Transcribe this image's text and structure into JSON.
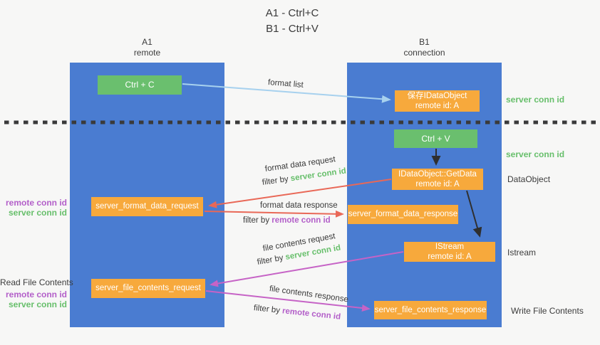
{
  "title": {
    "line1": "A1 - Ctrl+C",
    "line2": "B1 - Ctrl+V"
  },
  "lanes": {
    "a1": {
      "name": "A1",
      "sub": "remote"
    },
    "b1": {
      "name": "B1",
      "sub": "connection"
    }
  },
  "nodes": {
    "ctrl_c": {
      "label": "Ctrl + C"
    },
    "ctrl_v": {
      "label": "Ctrl + V"
    },
    "save_dataobject": {
      "line1": "保存IDataObject",
      "line2": "remote id: A"
    },
    "getdata": {
      "line1": "IDataObject::GetData",
      "line2": "remote id: A"
    },
    "istream": {
      "line1": "IStream",
      "line2": "remote id: A"
    },
    "format_request": {
      "label": "server_format_data_request"
    },
    "format_response": {
      "label": "server_format_data_response"
    },
    "file_request": {
      "label": "server_file_contents_request"
    },
    "file_response": {
      "label": "server_file_contents_response"
    }
  },
  "arrow_labels": {
    "format_list": "format list",
    "format_data_request": "format data request",
    "format_data_response": "format data response",
    "file_contents_request": "file contents request",
    "file_contents_response": "file contents response",
    "filter_by": "filter by ",
    "server_conn_id": "server conn id",
    "remote_conn_id": "remote conn id"
  },
  "side_labels": {
    "server_conn_id_top": "server conn id",
    "server_conn_id_mid": "server conn id",
    "dataobject": "DataObject",
    "istream": "Istream",
    "write_file_contents": "Write File Contents",
    "read_file_contents": "Read File Contents",
    "remote_conn_id": "remote conn id",
    "server_conn_id": "server conn id"
  },
  "colors": {
    "lane_blue": "#4a7cd1",
    "box_orange": "#f7a93c",
    "box_green": "#6abf6e",
    "text_green": "#67bf6b",
    "text_purple": "#b35fc9",
    "arrow_red": "#e96857",
    "arrow_magenta": "#c663c6",
    "arrow_light_blue": "#a7d1ee",
    "arrow_black": "#2f2f2f",
    "background": "#f7f7f6"
  }
}
